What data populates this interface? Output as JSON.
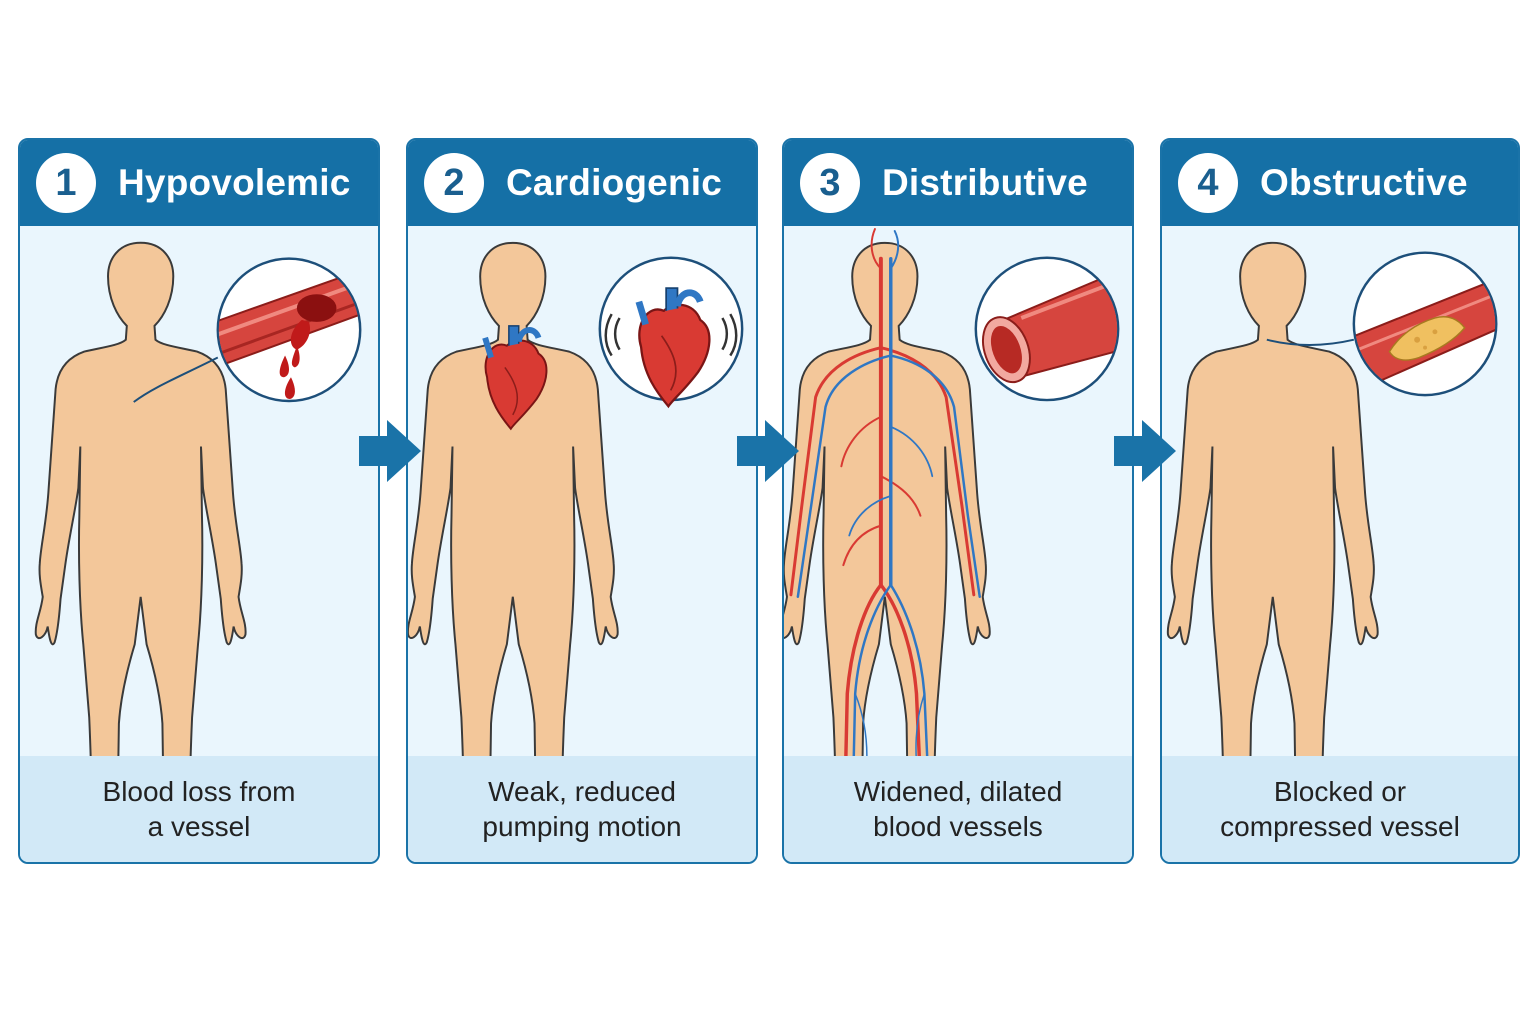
{
  "colors": {
    "header_blue": "#1570a6",
    "panel_bg": "#eaf6fd",
    "caption_bg": "#d2e9f7",
    "skin": "#f3c79a",
    "artery_red": "#d93a33",
    "vein_blue": "#2f77c4",
    "plaque_yellow": "#f0c060"
  },
  "panels": [
    {
      "number": "1",
      "title": "Hypovolemic",
      "caption_line1": "Blood loss from",
      "caption_line2": "a vessel",
      "inset_icon": "bleeding-vessel-icon"
    },
    {
      "number": "2",
      "title": "Cardiogenic",
      "caption_line1": "Weak, reduced",
      "caption_line2": "pumping motion",
      "inset_icon": "heart-icon"
    },
    {
      "number": "3",
      "title": "Distributive",
      "caption_line1": "Widened, dilated",
      "caption_line2": "blood vessels",
      "inset_icon": "dilated-vessel-icon"
    },
    {
      "number": "4",
      "title": "Obstructive",
      "caption_line1": "Blocked or",
      "caption_line2": "compressed vessel",
      "inset_icon": "blocked-vessel-icon"
    }
  ],
  "arrow_icon": "right-arrow-icon"
}
